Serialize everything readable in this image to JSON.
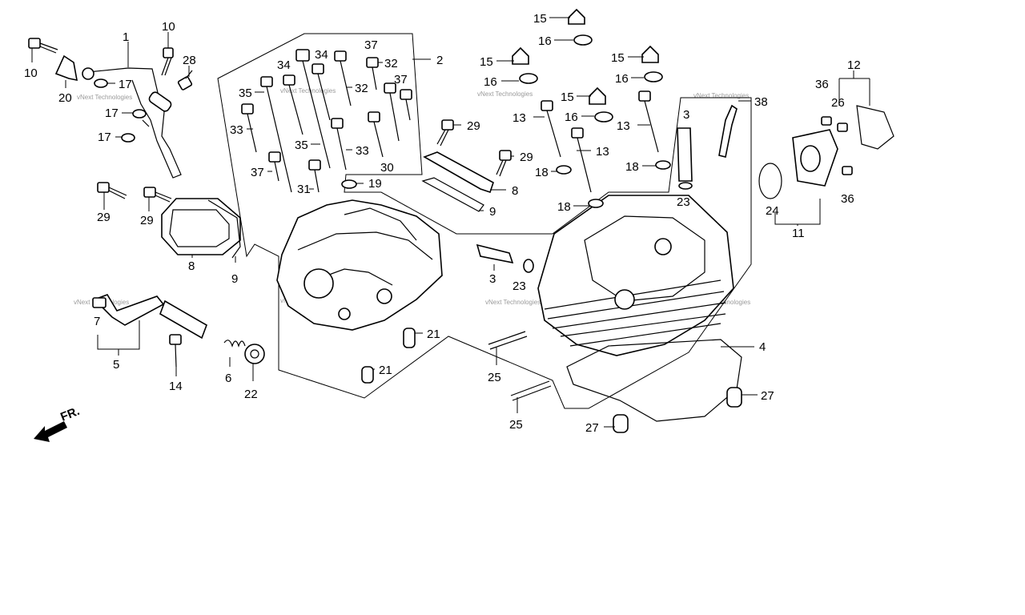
{
  "watermark": "vNext Technologies",
  "direction_label": "FR.",
  "part_numbers": [
    "1",
    "2",
    "3",
    "4",
    "5",
    "6",
    "7",
    "8",
    "9",
    "10",
    "11",
    "12",
    "13",
    "14",
    "15",
    "16",
    "17",
    "18",
    "19",
    "20",
    "21",
    "22",
    "23",
    "24",
    "25",
    "26",
    "27",
    "28",
    "29",
    "30",
    "31",
    "32",
    "33",
    "34",
    "35",
    "36",
    "37",
    "38"
  ]
}
